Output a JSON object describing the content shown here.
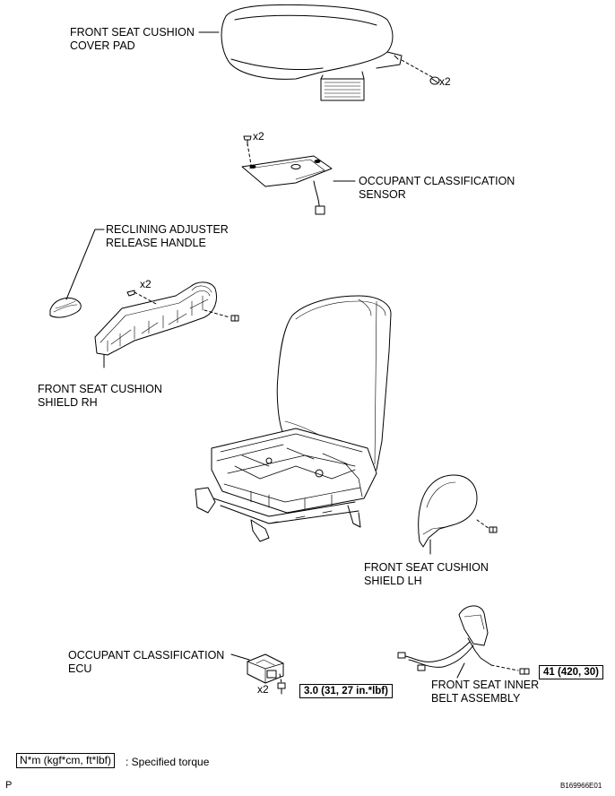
{
  "labels": {
    "cover_pad": [
      "FRONT SEAT CUSHION",
      "COVER PAD"
    ],
    "occupant_sensor": [
      "OCCUPANT CLASSIFICATION",
      "SENSOR"
    ],
    "reclining_handle": [
      "RECLINING ADJUSTER",
      "RELEASE HANDLE"
    ],
    "shield_rh": [
      "FRONT SEAT CUSHION",
      "SHIELD RH"
    ],
    "shield_lh": [
      "FRONT SEAT CUSHION",
      "SHIELD LH"
    ],
    "occupant_ecu": [
      "OCCUPANT CLASSIFICATION",
      "ECU"
    ],
    "inner_belt": [
      "FRONT SEAT INNER",
      "BELT ASSEMBLY"
    ]
  },
  "quantities": {
    "cover_pad_clips": "x2",
    "sensor_screws": "x2",
    "shield_rh_screws": "x2",
    "ecu_bolts": "x2"
  },
  "torques": {
    "ecu": "3.0 (31, 27 in.*lbf)",
    "belt": "41 (420, 30)"
  },
  "legend": {
    "unit_box": "N*m (kgf*cm, ft*lbf)",
    "description": ": Specified torque"
  },
  "footer": {
    "page_letter": "P",
    "figure_id": "B169966E01"
  }
}
